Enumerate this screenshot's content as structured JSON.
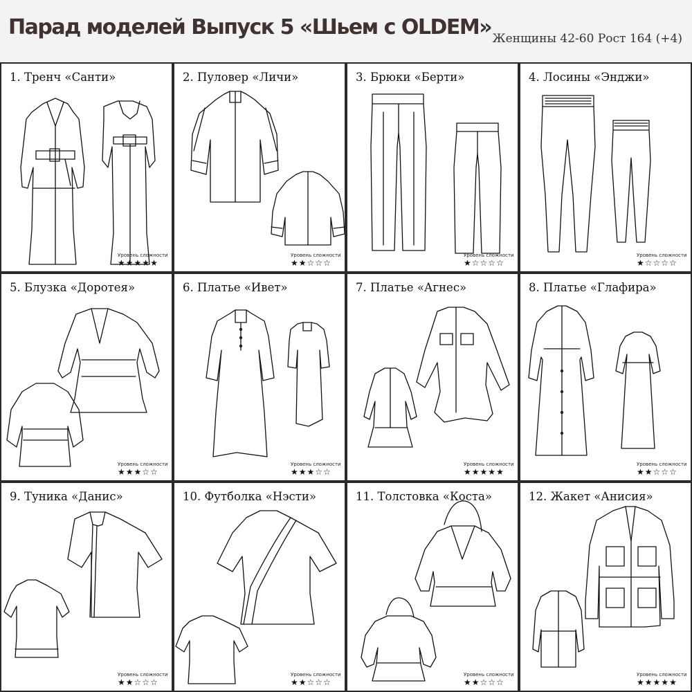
{
  "header": {
    "title": "Парад моделей Выпуск 5 «Шьем с OLDEM»",
    "subtitle": "Женщины 42-60 Рост 164 (+4)"
  },
  "level_label": "Уровень сложности",
  "items": [
    {
      "title": "1. Тренч «Санти»",
      "difficulty": 5,
      "icon": "trench-coat-sketch"
    },
    {
      "title": "2. Пуловер «Личи»",
      "difficulty": 2,
      "icon": "pullover-sketch"
    },
    {
      "title": "3. Брюки «Берти»",
      "difficulty": 1,
      "icon": "trousers-sketch"
    },
    {
      "title": "4. Лосины «Энджи»",
      "difficulty": 1,
      "icon": "leggings-sketch"
    },
    {
      "title": "5. Блузка «Доротея»",
      "difficulty": 3,
      "icon": "blouse-sketch"
    },
    {
      "title": "6. Платье «Ивет»",
      "difficulty": 3,
      "icon": "dress-sketch"
    },
    {
      "title": "7. Платье «Агнес»",
      "difficulty": 5,
      "icon": "shirt-dress-sketch"
    },
    {
      "title": "8. Платье «Глафира»",
      "difficulty": 2,
      "icon": "long-dress-sketch"
    },
    {
      "title": "9. Туника «Данис»",
      "difficulty": 2,
      "icon": "tunic-sketch"
    },
    {
      "title": "10. Футболка «Нэсти»",
      "difficulty": 2,
      "icon": "tshirt-sketch"
    },
    {
      "title": "11. Толстовка «Коста»",
      "difficulty": 2,
      "icon": "hoodie-sketch"
    },
    {
      "title": "12. Жакет «Анисия»",
      "difficulty": 5,
      "icon": "jacket-sketch"
    }
  ]
}
